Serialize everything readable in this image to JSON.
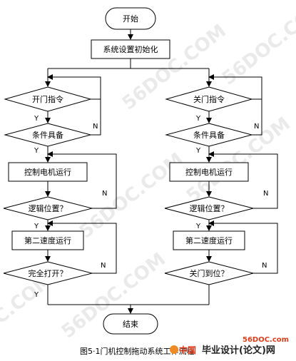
{
  "flow": {
    "start": "开始",
    "init": "系统设置初始化",
    "end": "结束",
    "left": {
      "cmd": "开门指令",
      "cond": "条件具备",
      "motor": "控制电机运行",
      "logic": "逻辑位置？",
      "speed2": "第二速度运行",
      "finish": "完全打开？"
    },
    "right": {
      "cmd": "关门指令",
      "cond": "条件具备",
      "motor": "控制电机运行",
      "logic": "逻辑位置？",
      "speed2": "第二速度运行",
      "finish": "关门到位？"
    },
    "yes": "Y",
    "no": "N"
  },
  "caption": "图5·1门机控制拖动系统工作流程",
  "watermark": [
    "56DOC.COM",
    "56DOC.COM",
    "56DOC.COM",
    "56DOC.COM",
    "56DOC.COM",
    "C.COM"
  ],
  "logo": {
    "site": "56DOC.com",
    "cn": "中国",
    "text": "毕业设计(论文)网"
  }
}
